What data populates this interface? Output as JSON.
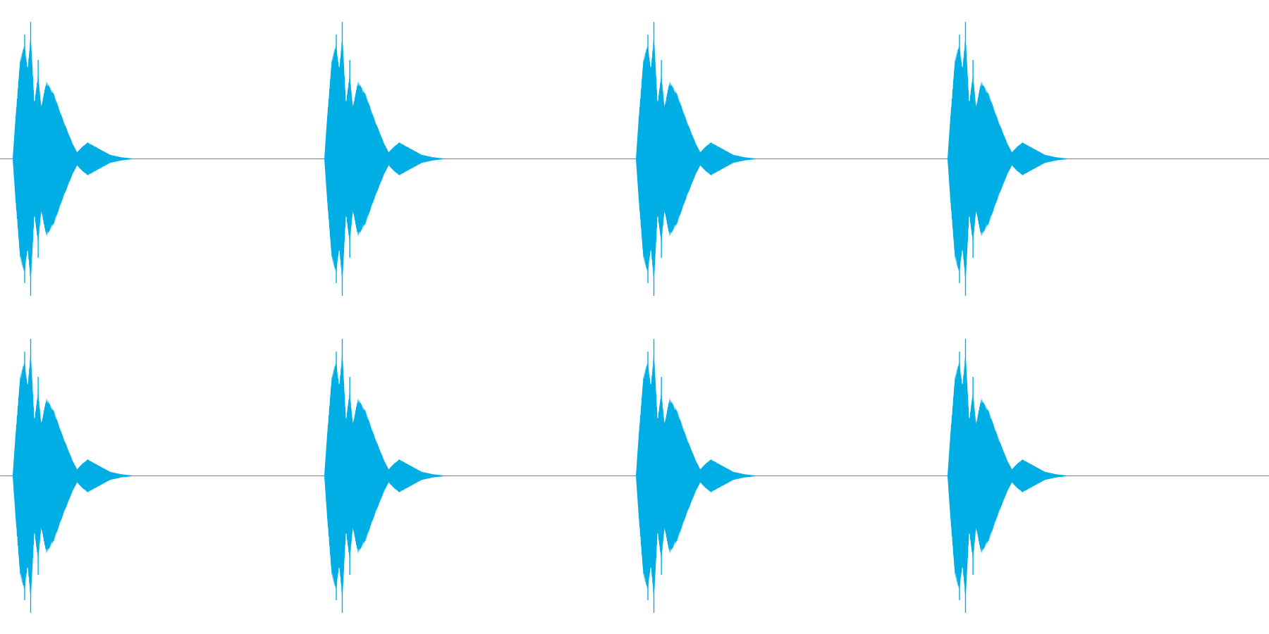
{
  "waveform": {
    "color": "#00aee6",
    "background": "#ffffff",
    "channel_count": 2,
    "pulse_count": 4,
    "pulse_envelope": [
      [
        0.0,
        0.0
      ],
      [
        0.004,
        0.35
      ],
      [
        0.01,
        0.8
      ],
      [
        0.016,
        0.92
      ],
      [
        0.02,
        0.72
      ],
      [
        0.024,
        1.0
      ],
      [
        0.029,
        0.45
      ],
      [
        0.034,
        0.68
      ],
      [
        0.038,
        0.42
      ],
      [
        0.045,
        0.62
      ],
      [
        0.055,
        0.52
      ],
      [
        0.068,
        0.3
      ],
      [
        0.08,
        0.12
      ],
      [
        0.086,
        0.05
      ],
      [
        0.092,
        0.09
      ],
      [
        0.1,
        0.13
      ],
      [
        0.115,
        0.08
      ],
      [
        0.13,
        0.03
      ],
      [
        0.145,
        0.01
      ],
      [
        0.16,
        0.0
      ]
    ]
  }
}
